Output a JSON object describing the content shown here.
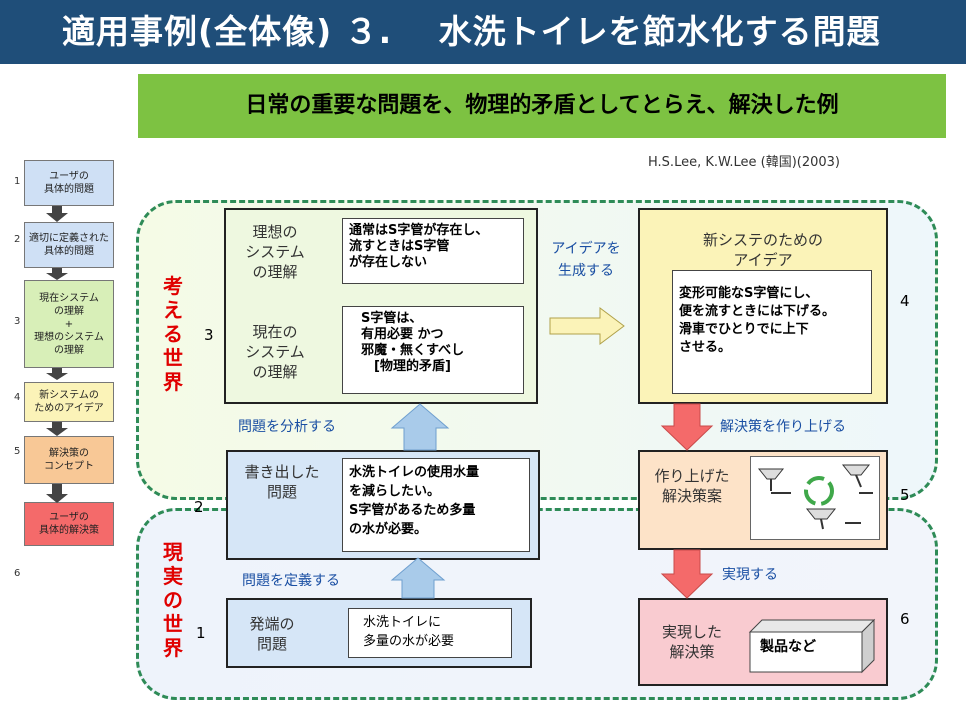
{
  "title": "適用事例(全体像) ３.　 水洗トイレを節水化する問題",
  "subtitle": "日常の重要な問題を、物理的矛盾としてとらえ、解決した例",
  "citation": "H.S.Lee, K.W.Lee (韓国)(2003)",
  "regions": {
    "think_world": "考える世界",
    "real_world": "現実の世界"
  },
  "sidebar": [
    {
      "num": "1",
      "label": "ユーザの\n具体的問題",
      "color": "#cfe0f5"
    },
    {
      "num": "2",
      "label": "適切に定義された\n具体的問題",
      "color": "#cfe0f5"
    },
    {
      "num": "3",
      "label": "現在システム\nの理解\n+\n理想のシステム\nの理解",
      "color": "#d8efb8"
    },
    {
      "num": "4",
      "label": "新システムの\nためのアイデア",
      "color": "#fbf3b8"
    },
    {
      "num": "5",
      "label": "解決策の\nコンセプト",
      "color": "#f8c896"
    },
    {
      "num": "6",
      "label": "ユーザの\n具体的解決策",
      "color": "#f46a6a"
    }
  ],
  "steps": {
    "s1": {
      "num": "1",
      "label": "発端の\n問題",
      "detail": "水洗トイレに\n多量の水が必要"
    },
    "s2": {
      "num": "2",
      "label": "書き出した\n問題",
      "detail": "水洗トイレの使用水量\nを減らしたい。\nS字管があるため多量\nの水が必要。"
    },
    "s3": {
      "num": "3",
      "ideal_label": "理想の\nシステム\nの理解",
      "ideal_detail": "通常はS字管が存在し、\n流すときはS字管\nが存在しない",
      "current_label": "現在の\nシステム\nの理解",
      "current_detail": "S字管は、\n有用必要 かつ\n邪魔・無くすべし\n　[物理的矛盾]"
    },
    "s4": {
      "num": "4",
      "label": "新システのための\nアイデア",
      "detail": "変形可能なS字管にし、\n便を流すときには下げる。\n滑車でひとりでに上下\nさせる。"
    },
    "s5": {
      "num": "5",
      "label": "作り上げた\n解決策案"
    },
    "s6": {
      "num": "6",
      "label": "実現した\n解決策",
      "detail": "製品など"
    }
  },
  "arrows": {
    "define": "問題を定義する",
    "analyze": "問題を分析する",
    "generate": "アイデアを\n生成する",
    "build": "解決策を作り上げる",
    "realize": "実現する"
  },
  "colors": {
    "title_bg": "#1f4e79",
    "subtitle_bg": "#7dc242",
    "dashed_border": "#2e8b57",
    "arrow_red": "#f46a6a",
    "arrow_blue": "#a9cbea",
    "arrow_yellow": "#fbf3b8"
  }
}
